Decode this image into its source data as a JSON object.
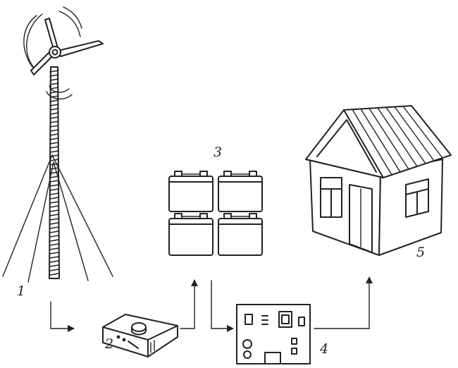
{
  "labels": {
    "turbine": "1",
    "controller": "2",
    "batteries": "3",
    "inverter": "4",
    "house": "5"
  },
  "components": {
    "turbine_icon": "wind-turbine-icon",
    "controller_icon": "charge-controller-icon",
    "battery_icon": "battery-icon",
    "inverter_icon": "inverter-panel-icon",
    "house_icon": "house-icon"
  },
  "ink_color": "#222222"
}
